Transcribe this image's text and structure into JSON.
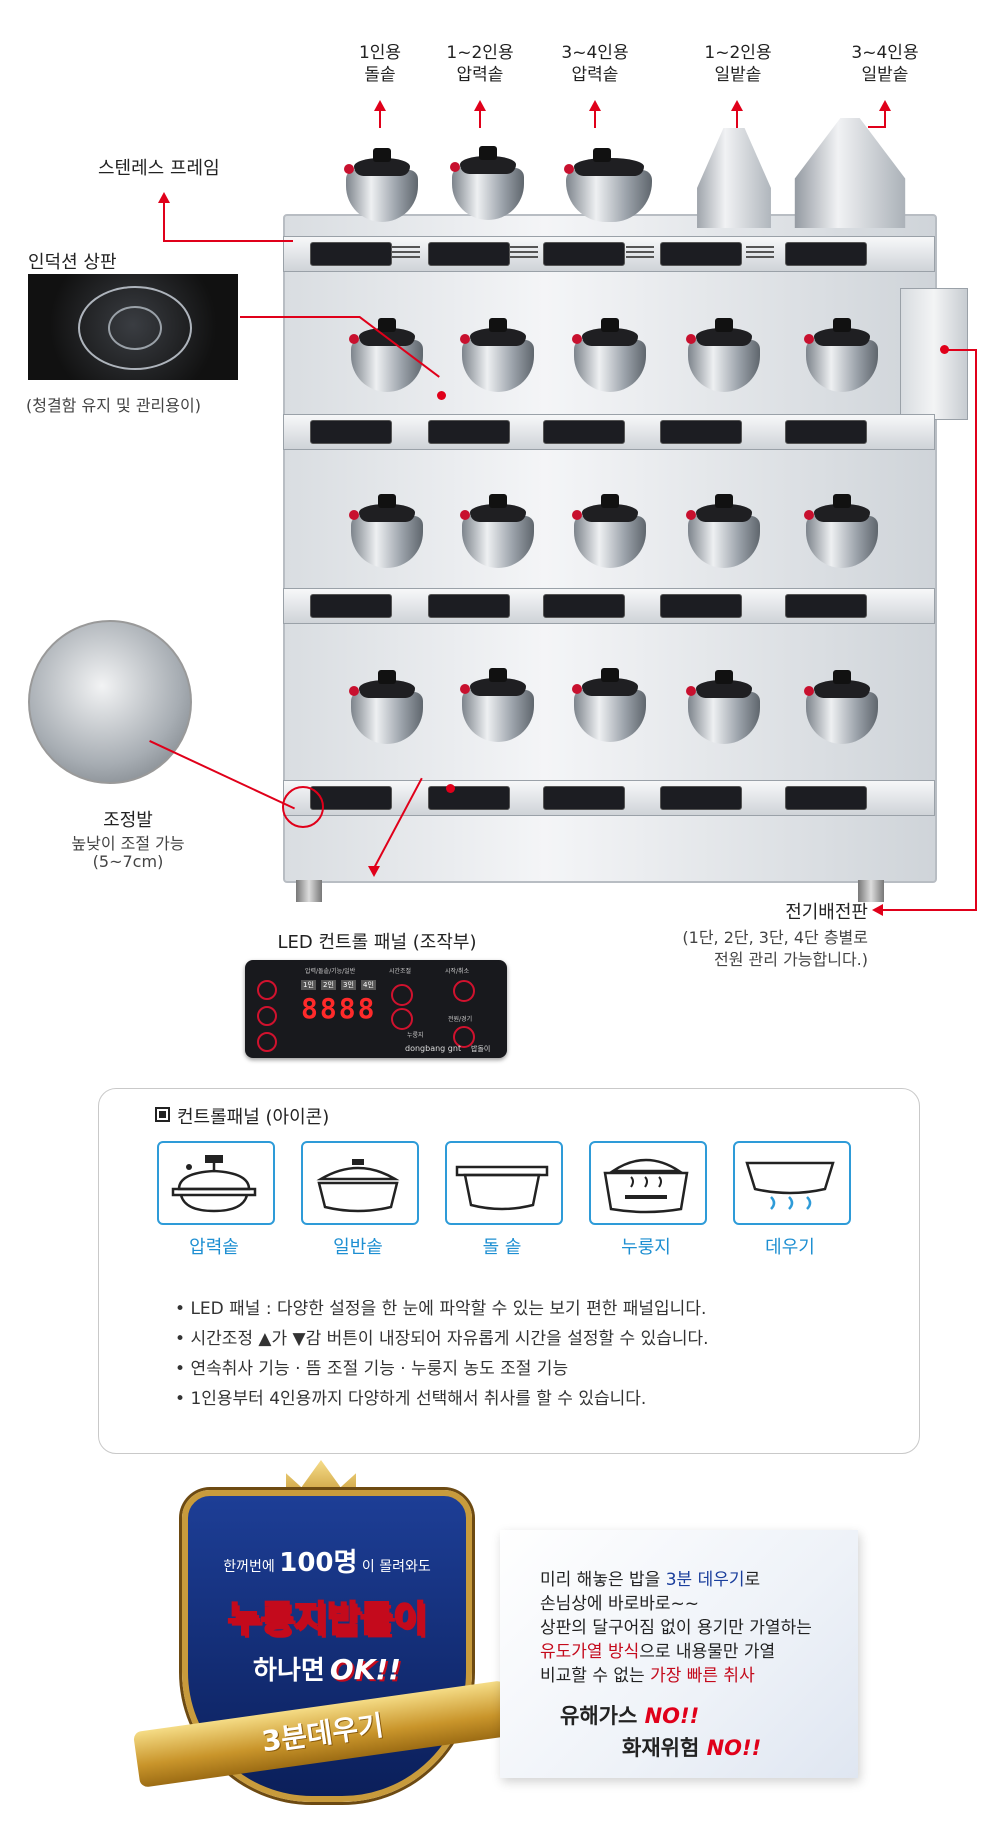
{
  "pot_labels": [
    {
      "line1": "1인용",
      "line2": "돌솥"
    },
    {
      "line1": "1~2인용",
      "line2": "압력솥"
    },
    {
      "line1": "3~4인용",
      "line2": "압력솥"
    },
    {
      "line1": "1~2인용",
      "line2": "일밭솥"
    },
    {
      "line1": "3~4인용",
      "line2": "일밭솥"
    }
  ],
  "callouts": {
    "frame": "스텐레스 프레임",
    "induction_title": "인덕션 상판",
    "induction_note": "(청결함 유지 및 관리용이)",
    "foot_title": "조정발",
    "foot_note1": "높낮이 조절 가능",
    "foot_note2": "(5~7cm)",
    "led_title": "LED 컨트롤 패널 (조작부)",
    "elec_title": "전기배전판",
    "elec_note1": "(1단, 2단, 3단, 4단 층별로",
    "elec_note2": "전원 관리 가능합니다.)"
  },
  "led_panel": {
    "display": "8888",
    "brand": "dongbang gnt",
    "brand_sub": "밥돌이",
    "buttons": [
      "1인",
      "2인",
      "3인",
      "4인"
    ],
    "top_left": "압력/돌솥/기능/일반",
    "top_mid": "시간조절",
    "top_right": "시작/취소",
    "power": "전원/경기",
    "nurung": "누룽지"
  },
  "control_icons": {
    "heading": "컨트롤패널 (아이콘)",
    "items": [
      {
        "label": "압력솥",
        "icon": "pressure-cooker-icon"
      },
      {
        "label": "일반솥",
        "icon": "pot-icon"
      },
      {
        "label": "돌 솥",
        "icon": "stone-pot-icon"
      },
      {
        "label": "누룽지",
        "icon": "nurungji-icon"
      },
      {
        "label": "데우기",
        "icon": "reheat-icon"
      }
    ],
    "bullets": [
      "LED 패널 : 다양한 설정을 한 눈에 파악할 수 있는 보기 편한 패널입니다.",
      "시간조정 ▲가 ▼감 버튼이 내장되어 자유롭게 시간을 설정할 수 있습니다.",
      "연속취사 기능  ·  뜸 조절 기능  ·  누룽지 농도 조절 기능",
      "1인용부터 4인용까지 다양하게 선택해서 취사를 할 수 있습니다."
    ]
  },
  "badge": {
    "line1_pre": "한꺼번에",
    "line1_num": "100명",
    "line1_post": "이 몰려와도",
    "title": "누룽지밥돌이",
    "line3_pre": "하나면",
    "line3_ok": "OK!!",
    "ribbon": "3분데우기"
  },
  "note": {
    "l1_a": "미리 해놓은 밥을 ",
    "l1_b": "3분 데우기",
    "l1_c": "로",
    "l2": "손님상에 바로바로~~",
    "l3": "상판의 달구어짐 없이 용기만 가열하는",
    "l4_a": "유도가열 방식",
    "l4_b": "으로 내용물만 가열",
    "l5_a": "비교할 수 없는 ",
    "l5_b": "가장 빠른 취사",
    "l6_a": "유해가스 ",
    "l6_b": "NO!!",
    "l7_a": "화재위험 ",
    "l7_b": "NO!!"
  },
  "colors": {
    "accent_red": "#e0001a",
    "icon_blue": "#1e8fd2",
    "navy": "#0b1f5a",
    "gold": "#c89b3c"
  }
}
